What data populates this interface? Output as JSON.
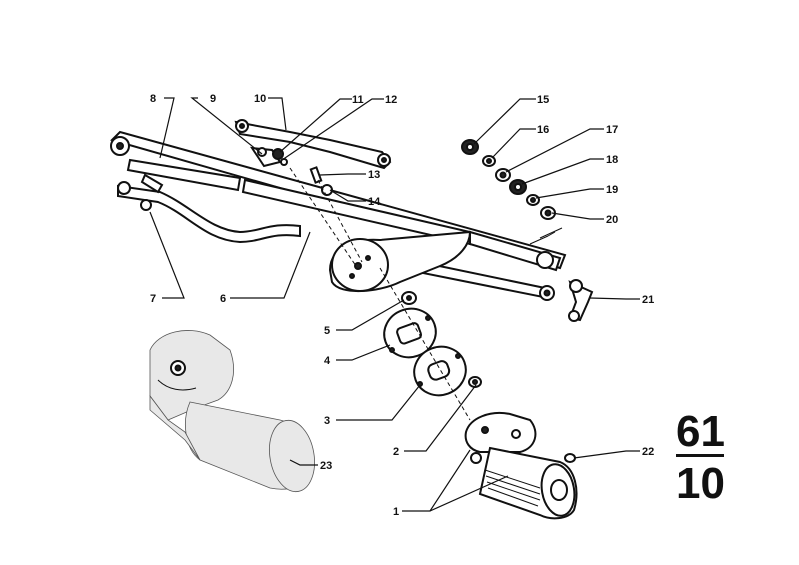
{
  "diagram": {
    "group_code_top": "61",
    "group_code_bottom": "10",
    "callouts": [
      {
        "id": "c1",
        "text": "1"
      },
      {
        "id": "c2",
        "text": "2"
      },
      {
        "id": "c3",
        "text": "3"
      },
      {
        "id": "c4",
        "text": "4"
      },
      {
        "id": "c5",
        "text": "5"
      },
      {
        "id": "c6",
        "text": "6"
      },
      {
        "id": "c7",
        "text": "7"
      },
      {
        "id": "c8",
        "text": "8"
      },
      {
        "id": "c9",
        "text": "9"
      },
      {
        "id": "c10",
        "text": "10"
      },
      {
        "id": "c11",
        "text": "11"
      },
      {
        "id": "c12",
        "text": "12"
      },
      {
        "id": "c13",
        "text": "13"
      },
      {
        "id": "c14",
        "text": "14"
      },
      {
        "id": "c15",
        "text": "15"
      },
      {
        "id": "c16",
        "text": "16"
      },
      {
        "id": "c17",
        "text": "17"
      },
      {
        "id": "c18",
        "text": "18"
      },
      {
        "id": "c19",
        "text": "19"
      },
      {
        "id": "c20",
        "text": "20"
      },
      {
        "id": "c21",
        "text": "21"
      },
      {
        "id": "c22",
        "text": "22"
      },
      {
        "id": "c23",
        "text": "23"
      }
    ]
  }
}
